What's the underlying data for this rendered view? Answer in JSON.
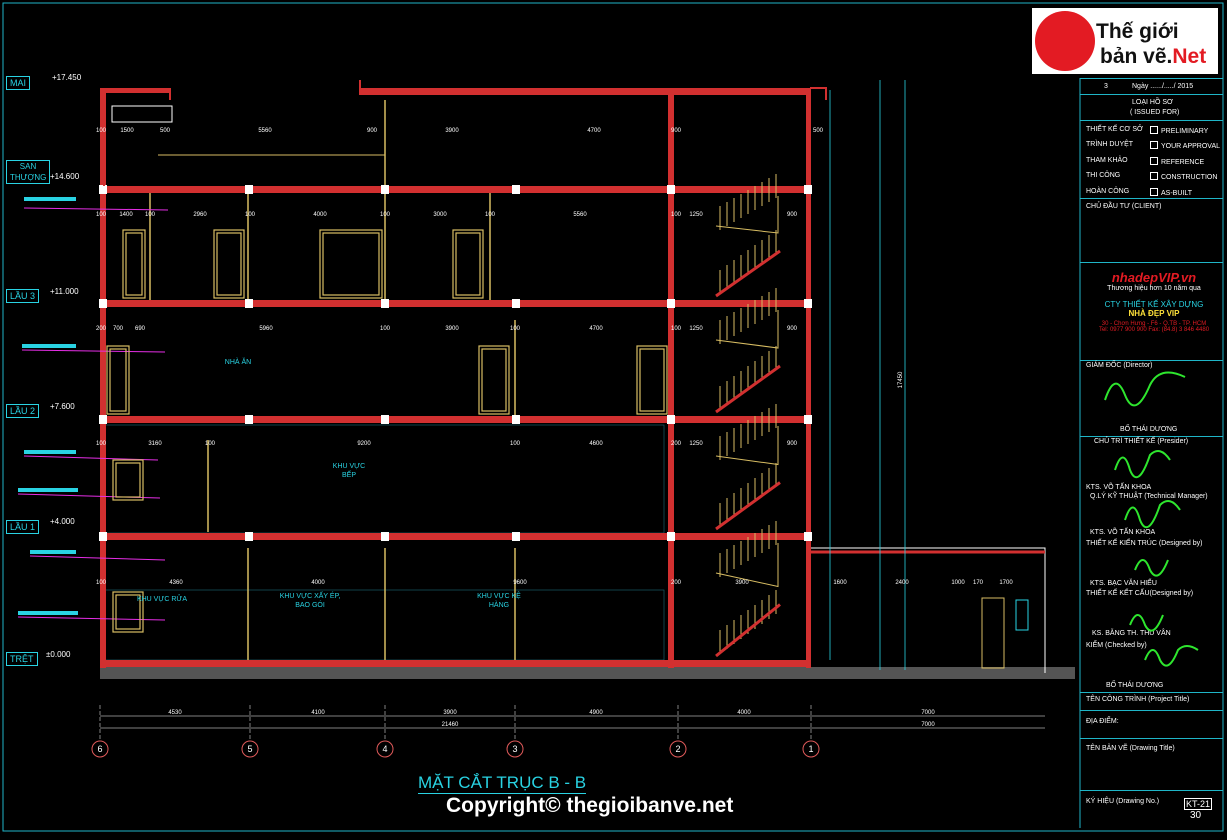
{
  "logo": {
    "line1": "Thế giới",
    "line2a": "bản vẽ.",
    "line2b": "Net"
  },
  "drawing_title": "MẶT CẮT TRỤC B - B",
  "copyright": "Copyright© thegioibanve.net",
  "levels": [
    {
      "label": "MAI",
      "elev": "+17.450"
    },
    {
      "label": "SAN THƯỢNG",
      "elev": "+14.600"
    },
    {
      "label": "LẦU 3",
      "elev": "+11.000"
    },
    {
      "label": "LẦU 2",
      "elev": "+7.600"
    },
    {
      "label": "LẦU 1",
      "elev": "+4.000"
    },
    {
      "label": "TRỆT",
      "elev": "±0.000"
    }
  ],
  "rooms": [
    {
      "text": "NHÀ ĂN"
    },
    {
      "text": "KHU VỰC BẾP"
    },
    {
      "text": "KHU VỰC RỬA"
    },
    {
      "text": "KHU VỰC XẤY ÉP, BAO GÓI"
    },
    {
      "text": "KHU VỰC KỆ HÀNG"
    }
  ],
  "axes": [
    "6",
    "5",
    "4",
    "3",
    "2",
    "1"
  ],
  "dims_bottom": [
    "4530",
    "4100",
    "3900",
    "4900",
    "4000",
    "7000"
  ],
  "dim_total": "21460",
  "dim_total2": "7000",
  "dims_top": [
    "100",
    "1500",
    "500",
    "5560",
    "900",
    "3900",
    "4700",
    "900",
    "500"
  ],
  "dims_l3": [
    "100",
    "1400",
    "100",
    "2960",
    "100",
    "4000",
    "100",
    "3000",
    "100",
    "5560",
    "100",
    "1250",
    "900"
  ],
  "dims_l2": [
    "200",
    "700",
    "690",
    "5960",
    "100",
    "3900",
    "100",
    "4700",
    "100",
    "1250",
    "900"
  ],
  "dims_l1": [
    "100",
    "3160",
    "100",
    "9200",
    "100",
    "4600",
    "200",
    "1250",
    "900"
  ],
  "dims_gf": [
    "100",
    "4360",
    "4000",
    "9600",
    "200",
    "3900",
    "1600",
    "2400",
    "1000",
    "170",
    "1700"
  ],
  "right_dim": "17450",
  "title_block": {
    "sheet_no": "3",
    "date": "Ngày ....../...../ 2015",
    "issued": "LOẠI HỒ SƠ",
    "issued_en": "( ISSUED FOR)",
    "rows": [
      {
        "vn": "THIẾT KẾ CƠ SỞ",
        "en": "PRELIMINARY"
      },
      {
        "vn": "TRÌNH DUYỆT",
        "en": "YOUR APPROVAL"
      },
      {
        "vn": "THAM KHẢO",
        "en": "REFERENCE"
      },
      {
        "vn": "THI CÔNG",
        "en": "CONSTRUCTION"
      },
      {
        "vn": "HOÀN CÔNG",
        "en": "AS-BUILT"
      }
    ],
    "client": "CHỦ ĐẦU TƯ  (CLIENT)",
    "brand": "nhadepVIP.vn",
    "brand_tag": "Thương hiệu hơn 10 năm qua",
    "company": "CTY THIẾT KẾ XÂY DỰNG",
    "company2": "NHÀ ĐẸP VIP",
    "address": "30 - Chơn Hưng - F6 - Q.TB - TP. HCM",
    "phone": "Tel: 0977 900 900  Fax: (84.8) 3 846 4480",
    "director": "GIÁM ĐỐC (Director)",
    "director_name": "BỐ THÁI DƯƠNG",
    "president": "CHỦ TRÌ THIẾT KẾ (Presider)",
    "president_name": "KTS. VÕ TẤN KHOA",
    "manager": "Q.LÝ KỸ THUẬT (Technical Manager)",
    "manager_name": "KTS. VÕ TẤN KHOA",
    "arch": "THIẾT KẾ KIẾN TRÚC (Designed by)",
    "arch_name": "KTS. BẠC VĂN HIẾU",
    "struct": "THIẾT KẾ KẾT CẤU(Designed by)",
    "struct_name": "KS. BẰNG TH. THU VÂN",
    "check": "KIỂM (Checked by)",
    "check_name": "BỐ THÁI DƯƠNG",
    "project": "TÊN CÔNG TRÌNH (Project Title)",
    "location": "ĐỊA ĐIỂM:",
    "drawing": "TÊN BẢN VẼ (Drawing Title)",
    "symbol": "KÝ HIỆU (Drawing No.)",
    "code": "KT-21",
    "page": "30"
  },
  "colors": {
    "background": "#000000",
    "slab": "#e22a2a",
    "frame": "#1fb5c7",
    "door": "#d8bd63",
    "text": "#ffffff"
  }
}
